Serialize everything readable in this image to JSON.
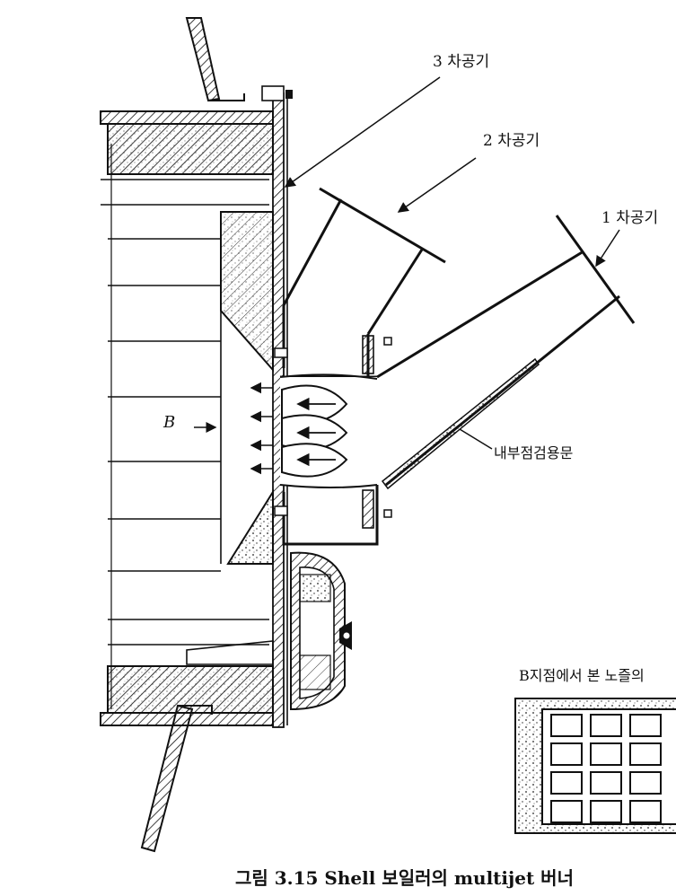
{
  "labels": {
    "air3": "3 차공기",
    "air2": "2 차공기",
    "air1": "1 차공기",
    "inspection_door": "내부점검용문",
    "point_b": "B",
    "b_view_title": "B지점에서 본 노즐의"
  },
  "caption": "그림 3.15  Shell 보일러의 multijet 버너",
  "nozzle_grid": {
    "rows": 4,
    "cols": 3
  },
  "colors": {
    "ink": "#111111",
    "paper": "#ffffff"
  }
}
